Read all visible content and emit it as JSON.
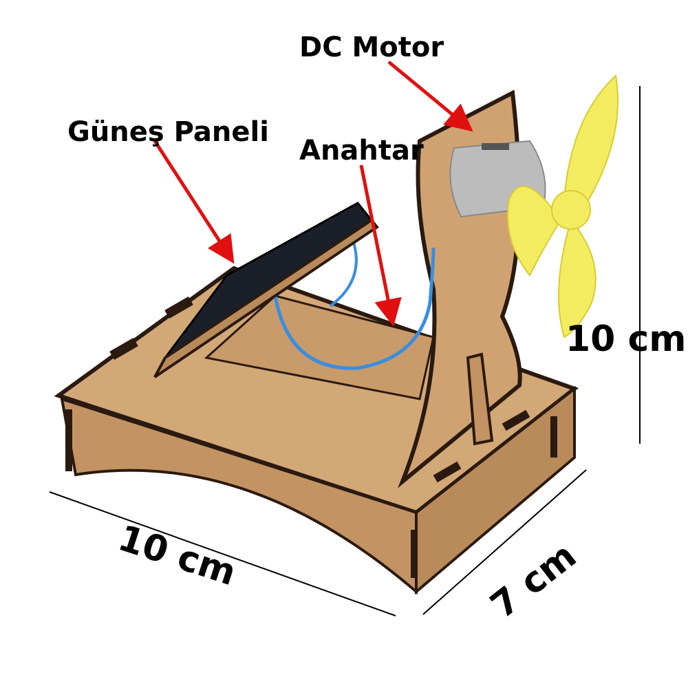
{
  "labels": {
    "motor": "DC Motor",
    "panel": "Güneş Paneli",
    "switch": "Anahtar"
  },
  "dimensions": {
    "height": "10 cm",
    "width": "10 cm",
    "depth": "7 cm"
  },
  "colors": {
    "arrow": "#e01010",
    "wood": "#c89a66",
    "wood_edge": "#2a1a10",
    "fan": "#f4ec60",
    "wire": "#3a8ee0",
    "panel": "#1a1f2a",
    "motor": "#b8b8b8"
  }
}
